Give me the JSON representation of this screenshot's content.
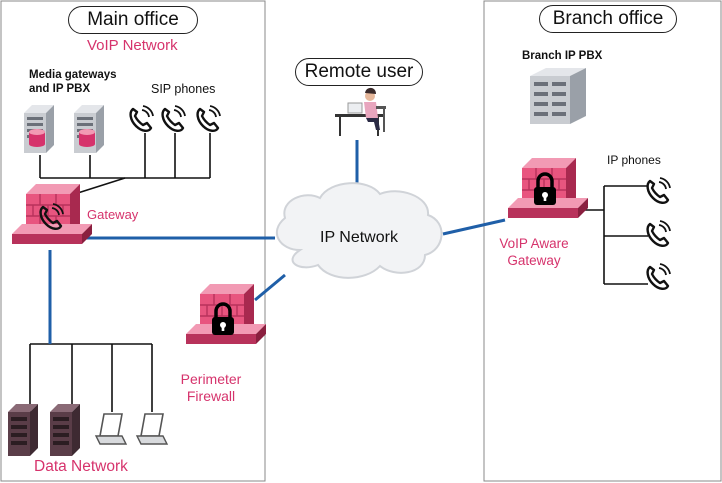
{
  "main_office": {
    "title": "Main office",
    "subtitle": "VoIP Network",
    "media_gateways_label_line1": "Media gateways",
    "media_gateways_label_line2": "and IP PBX",
    "sip_phones_label": "SIP phones",
    "gateway_label": "Gateway",
    "firewall_label_line1": "Perimeter",
    "firewall_label_line2": "Firewall",
    "data_network_label": "Data Network"
  },
  "remote_user": {
    "title": "Remote user"
  },
  "cloud": {
    "label": "IP Network"
  },
  "branch_office": {
    "title": "Branch office",
    "pbx_label": "Branch IP PBX",
    "ip_phones_label": "IP phones",
    "gateway_label_line1": "VoIP Aware",
    "gateway_label_line2": "Gateway"
  },
  "colors": {
    "accent_pink": "#d6336c",
    "firewall_brick": "#e8557f",
    "link_blue": "#1f5fa8",
    "server_dark": "#5a3d48",
    "server_light": "#c9ccd1"
  },
  "icons": [
    "server-icon",
    "desk-phone-icon",
    "firewall-icon",
    "lock-icon",
    "laptop-icon",
    "cloud-icon",
    "remote-user-icon"
  ]
}
